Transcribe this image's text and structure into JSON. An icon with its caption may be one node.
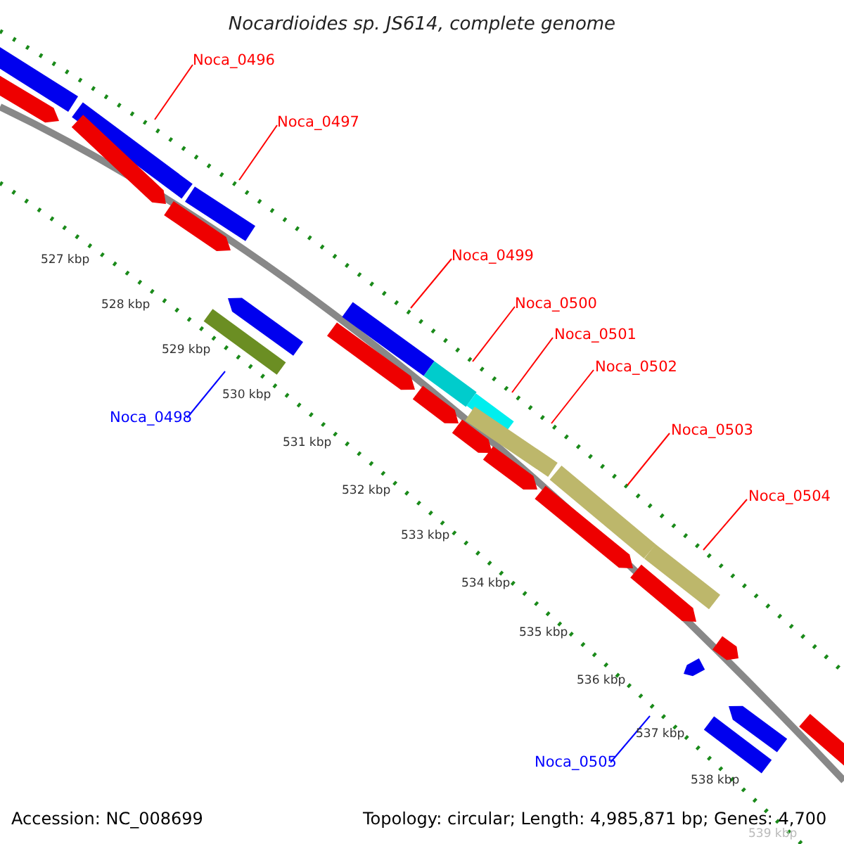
{
  "diagram": {
    "title": "Nocardioides sp. JS614, complete genome",
    "nodes": [
      {
        "text": [
          "Noca_0496"
        ]
      },
      {
        "text": [],
        "shape": "bar"
      },
      {
        "text": [
          "Noca_0497"
        ]
      },
      {
        "text": [],
        "shape": "bar"
      },
      {
        "text": [
          "Noca_0498"
        ]
      },
      {
        "text": [],
        "shape": "bar"
      },
      {
        "text": [
          "Noca_0499"
        ]
      },
      {
        "text": [],
        "shape": "bar"
      },
      {
        "text": [
          "Noca_0500"
        ]
      },
      {
        "text": [],
        "shape": "bar"
      },
      {
        "text": [
          "Noca_0501"
        ]
      },
      {
        "text": [],
        "shape": "bar"
      },
      {
        "text": [
          "Noca_0502"
        ]
      },
      {
        "text": [],
        "shape": "bar"
      },
      {
        "text": [
          "Noca_0503"
        ]
      },
      {
        "text": [],
        "shape": "bar"
      },
      {
        "text": [
          "Noca_0504"
        ]
      },
      {
        "text": [],
        "shape": "bar"
      },
      {
        "text": [
          "Noca_0505"
        ]
      },
      {
        "text": [],
        "shape": "bar"
      },
      {
        "text": [],
        "shape": "bar"
      },
      {
        "text": [],
        "shape": "bar"
      },
      {
        "text": [],
        "shape": "bar"
      },
      {
        "text": [],
        "shape": "bar"
      },
      {
        "text": [],
        "shape": "bar"
      },
      {
        "text": [],
        "shape": "bar"
      },
      {
        "text": [],
        "shape": "bar"
      },
      {
        "text": [],
        "shape": "bar"
      },
      {
        "text": [],
        "shape": "bar"
      },
      {
        "text": [],
        "shape": "bar"
      },
      {
        "text": [],
        "shape": "bar"
      },
      {
        "text": [],
        "shape": "bar"
      },
      {
        "text": [],
        "shape": "bar"
      },
      {
        "text": [],
        "shape": "bar"
      },
      {
        "text": [],
        "shape": "bar"
      }
    ],
    "edges": [
      {
        "from": 0,
        "to": 1,
        "arrow": "none"
      },
      {
        "from": 2,
        "to": 3,
        "arrow": "none"
      },
      {
        "from": 4,
        "to": 5,
        "arrow": "none",
        "color": "#0000ff"
      },
      {
        "from": 6,
        "to": 7,
        "arrow": "none"
      },
      {
        "from": 8,
        "to": 9,
        "arrow": "none"
      },
      {
        "from": 10,
        "to": 11,
        "arrow": "none"
      },
      {
        "from": 12,
        "to": 13,
        "arrow": "none"
      },
      {
        "from": 14,
        "to": 15,
        "arrow": "none"
      },
      {
        "from": 16,
        "to": 17,
        "arrow": "none"
      },
      {
        "from": 18,
        "to": null,
        "arrow": "none",
        "color": "#0000ff"
      }
    ],
    "labels": [
      "527 kbp",
      "528 kbp",
      "529 kbp",
      "530 kbp",
      "531 kbp",
      "532 kbp",
      "533 kbp",
      "534 kbp",
      "535 kbp",
      "536 kbp",
      "537 kbp",
      "538 kbp",
      "539 kbp",
      "Accession: NC_008699",
      "Topology: circular; Length: 4,985,871 bp; Genes: 4,700"
    ]
  }
}
